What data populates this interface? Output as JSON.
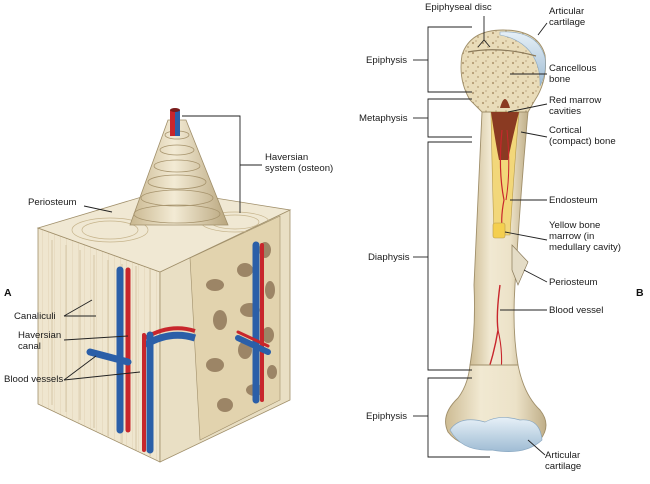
{
  "panels": {
    "a": "A",
    "b": "B"
  },
  "panel_a": {
    "haversian_system": "Haversian\nsystem (osteon)",
    "periosteum": "Periosteum",
    "canaliculi": "Canaliculi",
    "haversian_canal": "Haversian\ncanal",
    "blood_vessels": "Blood vessels"
  },
  "panel_b": {
    "epiphyseal_disc": "Epiphyseal disc",
    "articular_cartilage_top": "Articular\ncartilage",
    "epiphysis_top": "Epiphysis",
    "metaphysis": "Metaphysis",
    "diaphysis": "Diaphysis",
    "epiphysis_bottom": "Epiphysis",
    "cancellous_bone": "Cancellous\nbone",
    "red_marrow": "Red marrow\ncavities",
    "cortical_bone": "Cortical\n(compact) bone",
    "endosteum": "Endosteum",
    "yellow_marrow": "Yellow bone\nmarrow (in\nmedullary cavity)",
    "periosteum": "Periosteum",
    "blood_vessel": "Blood vessel",
    "articular_cartilage_bottom": "Articular\ncartilage"
  },
  "colors": {
    "bone": "#ece2c8",
    "bone_shadow": "#cdbb93",
    "spongy_cavity": "#9c8566",
    "artery": "#c8262c",
    "vein": "#2b5fa8",
    "cartilage": "#c9dcea",
    "marrow_red": "#8a3a22",
    "marrow_yellow": "#f2d77a",
    "leader_line": "#222222"
  }
}
